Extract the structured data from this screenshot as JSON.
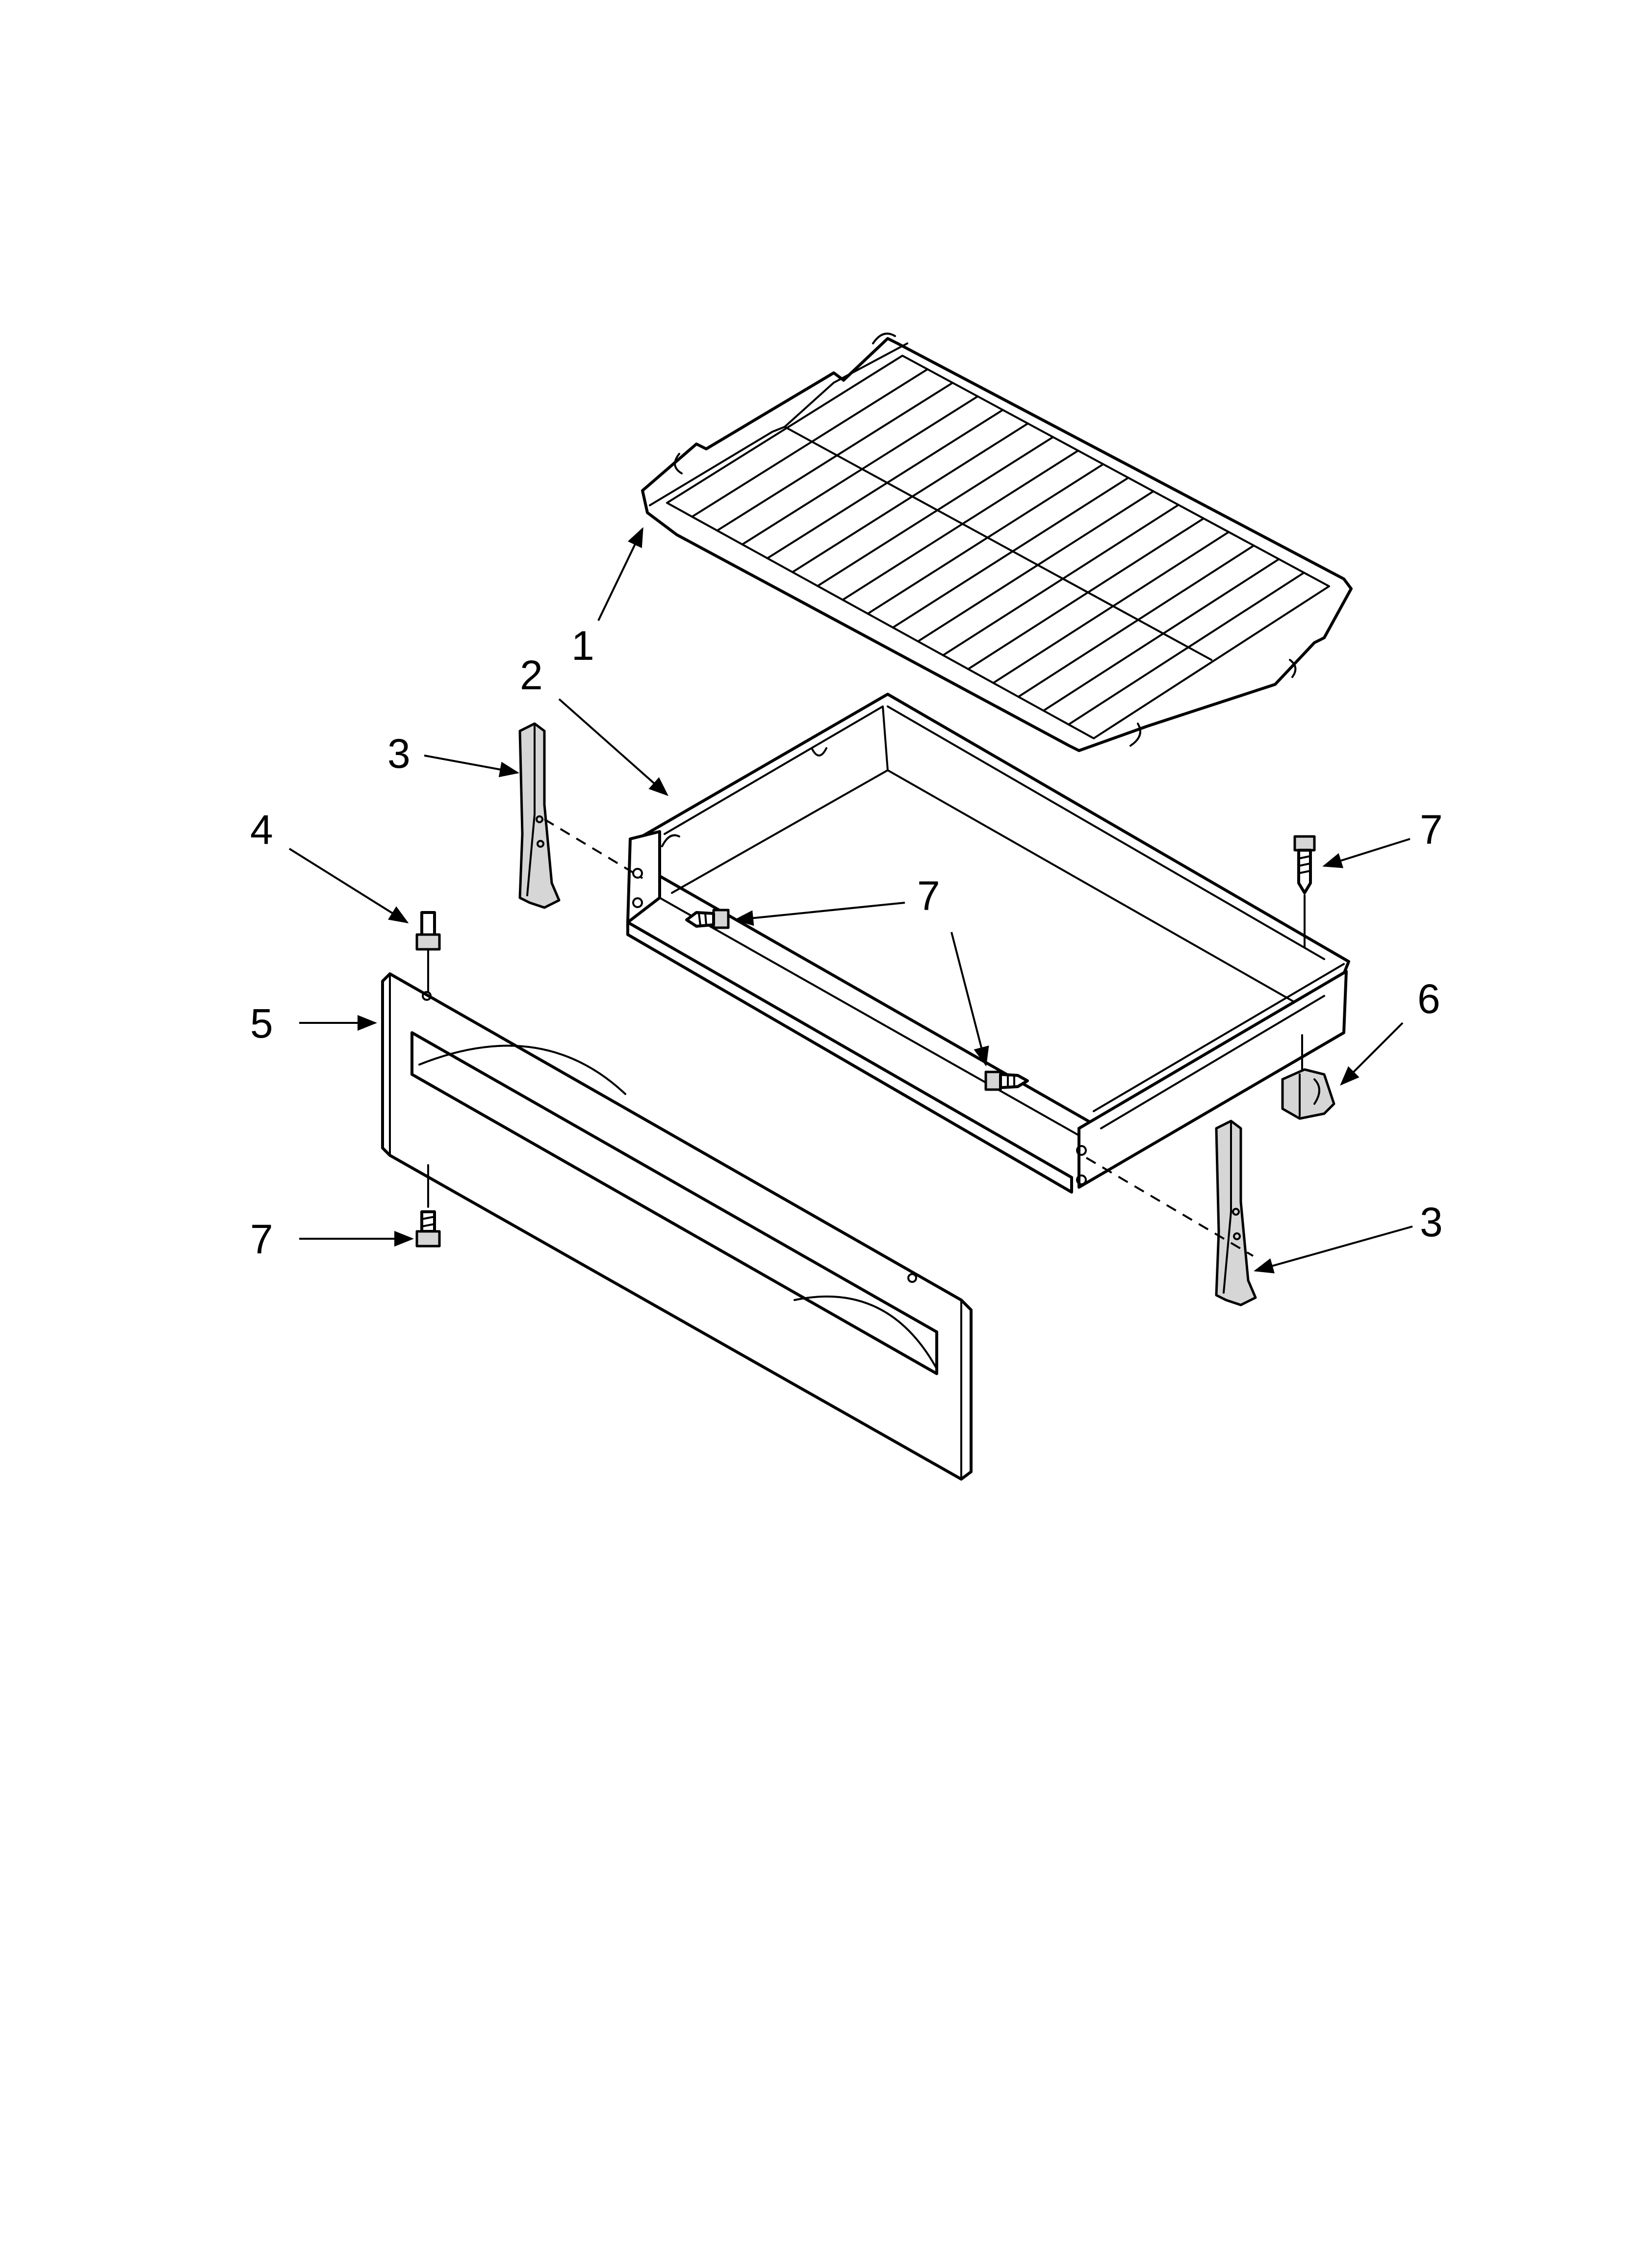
{
  "diagram": {
    "callouts": {
      "c1": "1",
      "c2": "2",
      "c3a": "3",
      "c3b": "3",
      "c4": "4",
      "c5": "5",
      "c6": "6",
      "c7a": "7",
      "c7b": "7",
      "c7c": "7"
    },
    "parts": [
      "oven-rack",
      "drawer-body",
      "drawer-slide-left",
      "drawer-slide-right",
      "drawer-stud",
      "drawer-front-panel",
      "drawer-clip",
      "screws"
    ]
  }
}
